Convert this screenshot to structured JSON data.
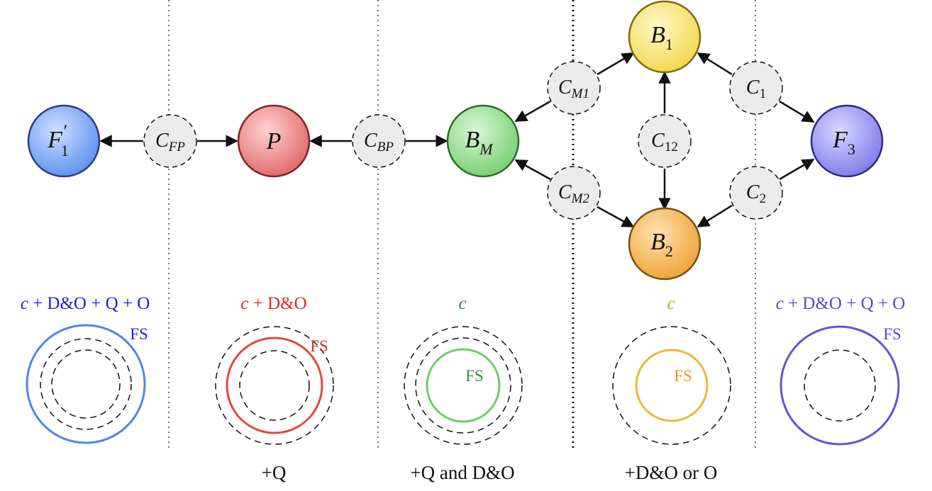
{
  "nodes": [
    {
      "id": "F1p",
      "base": "F",
      "prime": "′",
      "sub": "1",
      "fill": "#5a8ff0",
      "stroke": "#2c3f7a"
    },
    {
      "id": "P",
      "base": "P",
      "prime": "",
      "sub": "",
      "fill": "#e06565",
      "stroke": "#7a2626"
    },
    {
      "id": "BM",
      "base": "B",
      "prime": "",
      "sub": "M",
      "fill": "#74cf6e",
      "stroke": "#2f6b2c"
    },
    {
      "id": "B1",
      "base": "B",
      "prime": "",
      "sub": "1",
      "fill": "#f6df55",
      "stroke": "#7d6a13"
    },
    {
      "id": "B2",
      "base": "B",
      "prime": "",
      "sub": "2",
      "fill": "#f0a93c",
      "stroke": "#7a4f10"
    },
    {
      "id": "F3",
      "base": "F",
      "prime": "",
      "sub": "3",
      "fill": "#7b78ea",
      "stroke": "#2f2b7a"
    }
  ],
  "connectors": [
    {
      "id": "CFP",
      "base": "C",
      "sub": "FP"
    },
    {
      "id": "CBP",
      "base": "C",
      "sub": "BP"
    },
    {
      "id": "CM1",
      "base": "C",
      "sub": "M1"
    },
    {
      "id": "CM2",
      "base": "C",
      "sub": "M2"
    },
    {
      "id": "C12",
      "base": "C",
      "sub": "12"
    },
    {
      "id": "C1",
      "base": "C",
      "sub": "1"
    },
    {
      "id": "C2",
      "base": "C",
      "sub": "2"
    }
  ],
  "panels": [
    {
      "title_var": "c",
      "title_rest": " + D&O + Q + O",
      "color": "#1f1fe0",
      "ring_color": "#4f86ea",
      "fs_label": "FS",
      "fs_color": "#1f1fe0"
    },
    {
      "title_var": "c",
      "title_rest": " + D&O",
      "color": "#e02a2a",
      "ring_color": "#de4b3f",
      "fs_label": "FS",
      "fs_color": "#e02a2a"
    },
    {
      "title_var": "c",
      "title_rest": "",
      "color": "#3c8a4a",
      "ring_color": "#72cc6a",
      "fs_label": "FS",
      "fs_color": "#3c8a4a"
    },
    {
      "title_var": "c",
      "title_rest": "",
      "color": "#e5962b",
      "ring_color": "#ebb83a",
      "fs_label": "FS",
      "fs_color": "#e5962b"
    },
    {
      "title_var": "c",
      "title_rest": " + D&O + Q + O",
      "color": "#5b4dbd",
      "ring_color": "#6254d6",
      "fs_label": "FS",
      "fs_color": "#5b4dbd"
    }
  ],
  "bottom_labels": [
    "+Q",
    "+Q and D&O",
    "+D&O or O"
  ],
  "colors": {
    "connector_fill": "#ebebeb",
    "arrow": "#111111",
    "divider": "#333333"
  }
}
